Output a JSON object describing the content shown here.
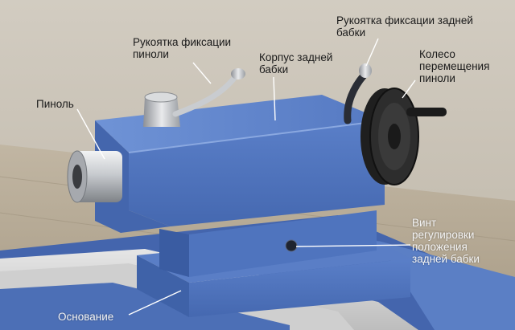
{
  "labels": {
    "quill": "Пиноль",
    "quill_lock": "Рукоятка фиксации\nпиноли",
    "tailstock_body": "Корпус задней\nбабки",
    "tailstock_lock": "Рукоятка фиксации задней\nбабки",
    "quill_handwheel": "Колесо\nперемещения\nпиноли",
    "adjust_screw": "Винт\nрегулировки\nположения\nзадней бабки",
    "base": "Основание"
  },
  "colors": {
    "background_wall": "#c7c0b4",
    "floor": "#b3a792",
    "body_blue": "#4a73bf",
    "body_blue_dark": "#2f4f94",
    "rail_grey": "#d6d6d6",
    "metal": "#b9bcc0",
    "handwheel": "#242424",
    "leader_line": "#ffffff"
  }
}
